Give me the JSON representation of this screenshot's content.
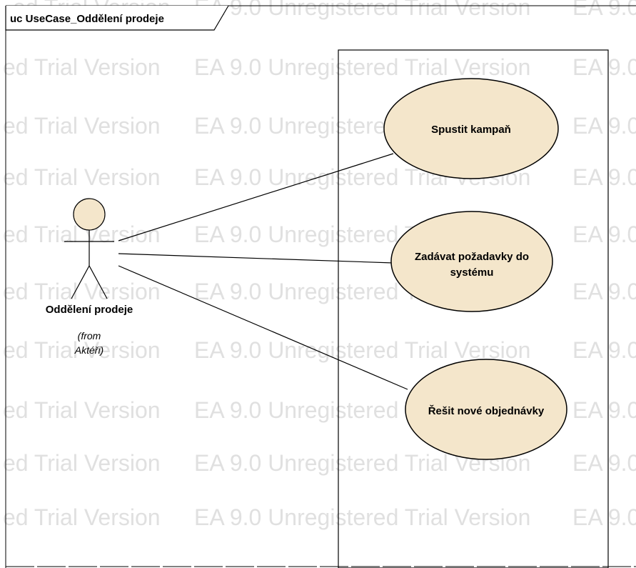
{
  "diagram": {
    "frame_label": "uc UseCase_Oddělení prodeje",
    "actor": {
      "name": "Oddělení prodeje",
      "from_line1": "(from",
      "from_line2": "Aktéři)"
    },
    "use_cases": [
      {
        "id": "uc1",
        "lines": [
          "Spustit kampaň"
        ]
      },
      {
        "id": "uc2",
        "lines": [
          "Zadávat požadavky do",
          "systému"
        ]
      },
      {
        "id": "uc3",
        "lines": [
          "Řešit nové objednávky"
        ]
      }
    ]
  },
  "watermark": {
    "first_row": [
      "ed Trial Version",
      "EA 9.0 Unregistered Trial Version",
      "EA 9.0"
    ],
    "rows": [
      [
        "ed Trial Version",
        "EA 9.0 Unregistered Trial Version",
        "EA 9.0"
      ],
      [
        "ed Trial Version",
        "EA 9.0 Unregistered Trial Version",
        "EA 9.0"
      ],
      [
        "ed Trial Version",
        "EA 9.0 Unregistered Trial Version",
        "EA 9.0"
      ],
      [
        "ed Trial Version",
        "EA 9.0 Unregistered Trial Version",
        "EA 9.0"
      ],
      [
        "ed Trial Version",
        "EA 9.0 Unregistered Trial Version",
        "EA 9.0"
      ],
      [
        "ed Trial Version",
        "EA 9.0 Unregistered Trial Version",
        "EA 9.0"
      ],
      [
        "ed Trial Version",
        "EA 9.0 Unregistered Trial Version",
        "EA 9.0"
      ],
      [
        "ed Trial Version",
        "EA 9.0 Unregistered Trial Version",
        "EA 9.0"
      ],
      [
        "ed Trial Version",
        "EA 9.0 Unregistered Trial Version",
        "EA 9.0"
      ]
    ]
  },
  "colors": {
    "use_case_fill": "#f4e6cb",
    "actor_fill": "#f4e6cb",
    "line": "#000000",
    "watermark": "#e0e0e0"
  }
}
